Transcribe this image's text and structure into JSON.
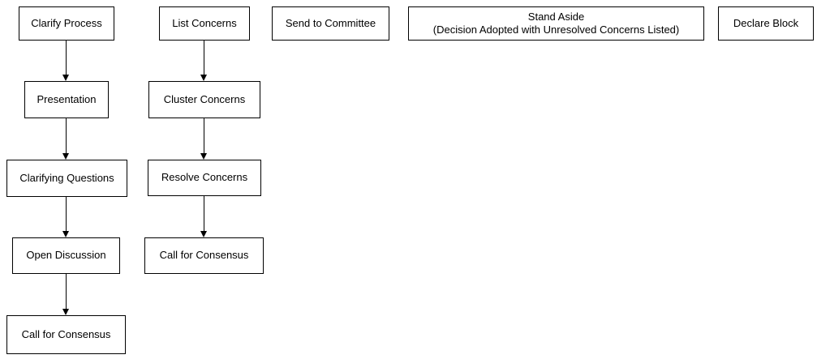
{
  "flowchart": {
    "main_flow": {
      "clarify_process": "Clarify Process",
      "presentation": "Presentation",
      "clarifying_questions": "Clarifying Questions",
      "open_discussion": "Open Discussion",
      "call_for_consensus": "Call for Consensus"
    },
    "concerns_flow": {
      "list_concerns": "List Concerns",
      "cluster_concerns": "Cluster Concerns",
      "resolve_concerns": "Resolve Concerns",
      "call_for_consensus": "Call for Consensus"
    },
    "outcomes": {
      "send_to_committee": "Send to Committee",
      "stand_aside": {
        "title": "Stand Aside",
        "subtitle": "(Decision Adopted with Unresolved Concerns Listed)"
      },
      "declare_block": "Declare Block"
    },
    "edges": [
      {
        "from": "Clarify Process",
        "to": "Presentation"
      },
      {
        "from": "Presentation",
        "to": "Clarifying Questions"
      },
      {
        "from": "Clarifying Questions",
        "to": "Open Discussion"
      },
      {
        "from": "Open Discussion",
        "to": "Call for Consensus"
      },
      {
        "from": "List Concerns",
        "to": "Cluster Concerns"
      },
      {
        "from": "Cluster Concerns",
        "to": "Resolve Concerns"
      },
      {
        "from": "Resolve Concerns",
        "to": "Call for Consensus"
      }
    ],
    "colors": {
      "node_border": "#000000",
      "node_fill": "#ffffff",
      "text": "#000000"
    }
  }
}
